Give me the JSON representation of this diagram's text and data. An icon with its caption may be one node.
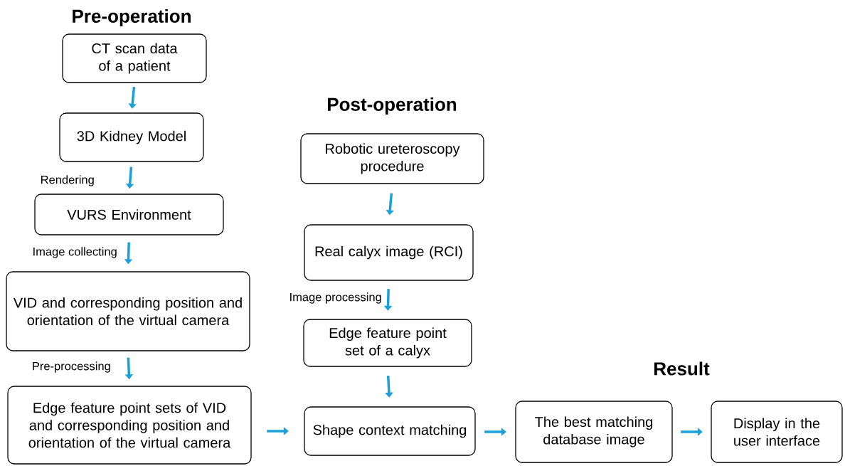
{
  "diagram": {
    "nodes": [
      {
        "text": [
          "CT scan data of a patient"
        ]
      },
      {
        "text": [
          "3D Kidney Model"
        ]
      },
      {
        "text": [
          "VURS Environment"
        ]
      },
      {
        "text": [
          "VID and corresponding position and orientation of the virtual camera"
        ]
      },
      {
        "text": [
          "Edge feature point sets of VID and corresponding position and orientation of the virtual camera"
        ]
      },
      {
        "text": [
          "Robotic ureteroscopy procedure"
        ]
      },
      {
        "text": [
          "Real calyx image (RCI)"
        ]
      },
      {
        "text": [
          "Edge feature point set of a calyx"
        ]
      },
      {
        "text": [
          "Shape context matching"
        ]
      },
      {
        "text": [
          "The best matching database image"
        ]
      },
      {
        "text": [
          "Display in the user interface"
        ]
      }
    ],
    "edges": [
      {
        "from": 0,
        "to": 1,
        "arrow": "to"
      },
      {
        "from": 1,
        "to": 2,
        "arrow": "to",
        "label": "Rendering"
      },
      {
        "from": 2,
        "to": 3,
        "arrow": "to",
        "label": "Image collecting"
      },
      {
        "from": 3,
        "to": 4,
        "arrow": "to",
        "label": "Pre-processing"
      },
      {
        "from": 5,
        "to": 6,
        "arrow": "to"
      },
      {
        "from": 6,
        "to": 7,
        "arrow": "to",
        "label": "Image processing"
      },
      {
        "from": 7,
        "to": 8,
        "arrow": "to"
      },
      {
        "from": 4,
        "to": 8,
        "arrow": "to"
      },
      {
        "from": 8,
        "to": 9,
        "arrow": "to"
      },
      {
        "from": 9,
        "to": 10,
        "arrow": "to"
      }
    ],
    "labels": [
      "Pre-operation",
      "Post-operation",
      "Result"
    ]
  }
}
